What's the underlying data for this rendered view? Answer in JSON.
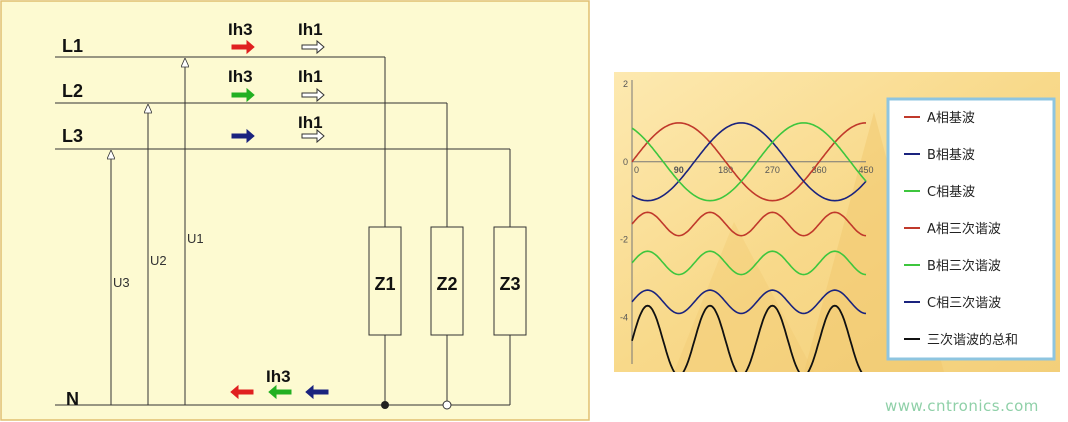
{
  "circuit": {
    "lines": {
      "l1": "L1",
      "l2": "L2",
      "l3": "L3",
      "n": "N"
    },
    "voltages": {
      "u1": "U1",
      "u2": "U2",
      "u3": "U3"
    },
    "loads": {
      "z1": "Z1",
      "z2": "Z2",
      "z3": "Z3"
    },
    "currents": {
      "ih1": "Ih1",
      "ih3": "Ih3"
    },
    "colors": {
      "phase_a": "#e02020",
      "phase_b": "#22b022",
      "phase_c": "#1a237e",
      "fundamental_arrow": "#ffffff",
      "panel_bg": "#fdfad1"
    }
  },
  "chart_data": {
    "type": "line",
    "x_ticks": [
      "0",
      "90",
      "180",
      "270",
      "360",
      "450"
    ],
    "y_ticks": [
      "2",
      "0",
      "-2",
      "-4"
    ],
    "xlim": [
      0,
      450
    ],
    "ylim": [
      -5.2,
      2
    ],
    "legend_position": "right",
    "series": [
      {
        "name": "A相基波",
        "color": "#c0392b",
        "amplitude": 1,
        "harmonic": 1,
        "phase_deg": 0,
        "offset": 0
      },
      {
        "name": "B相基波",
        "color": "#1a237e",
        "amplitude": 1,
        "harmonic": 1,
        "phase_deg": -120,
        "offset": 0
      },
      {
        "name": "C相基波",
        "color": "#3ec63e",
        "amplitude": 1,
        "harmonic": 1,
        "phase_deg": 120,
        "offset": 0
      },
      {
        "name": "A相三次谐波",
        "color": "#c0392b",
        "amplitude": 0.3,
        "harmonic": 3,
        "phase_deg": 0,
        "offset": -1.6
      },
      {
        "name": "B相三次谐波",
        "color": "#3ec63e",
        "amplitude": 0.3,
        "harmonic": 3,
        "phase_deg": 0,
        "offset": -2.6
      },
      {
        "name": "C相三次谐波",
        "color": "#1a237e",
        "amplitude": 0.3,
        "harmonic": 3,
        "phase_deg": 0,
        "offset": -3.6
      },
      {
        "name": "三次谐波的总和",
        "color": "#111111",
        "amplitude": 0.9,
        "harmonic": 3,
        "phase_deg": 0,
        "offset": -4.6
      }
    ]
  },
  "watermark": "www.cntronics.com",
  "watermark_color": "#8fd0a8"
}
